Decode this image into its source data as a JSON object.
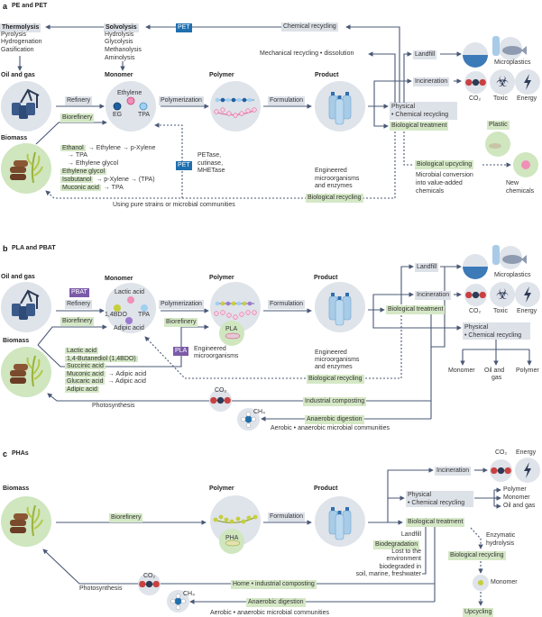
{
  "colors": {
    "line": "#4a5876",
    "grey_box": "#dde1e8",
    "green_box": "#d5e8c6",
    "pet_badge": "#1f6fae",
    "pla_badge": "#7b5ba8",
    "circle": "#dfe3ea",
    "biomass_circle": "#cfe6bf"
  },
  "a": {
    "letter": "a",
    "title": "PE and PET",
    "thermolysis": "Thermolysis",
    "thermo_methods": [
      "Pyrolysis",
      "Hydrogenation",
      "Gasification"
    ],
    "solvolysis": "Solvolysis",
    "solvo_methods": [
      "Hydrolysis",
      "Glycolysis",
      "Methanolysis",
      "Aminolysis"
    ],
    "pet_badge": "PET",
    "chemical_recycling": "Chemical recycling",
    "mechanical": "Mechanical recycling • dissolution",
    "oil_gas": "Oil and gas",
    "monomer": "Monomer",
    "polymer": "Polymer",
    "product": "Product",
    "biomass": "Biomass",
    "refinery": "Refinery",
    "biorefinery": "Biorefinery",
    "polymerization": "Polymerization",
    "formulation": "Formulation",
    "monomers": [
      "Ethylene",
      "EG",
      "TPA"
    ],
    "landfill": "Landfill",
    "incineration": "Incineration",
    "microplastics": "Microplastics",
    "co2": "CO₂",
    "toxic": "Toxic",
    "energy": "Energy",
    "physical": "Physical",
    "chem_line": "• Chemical recycling",
    "bio_treatment": "Biological treatment",
    "plastic": "Plastic",
    "bio_upcycling": "Biological upcycling",
    "upcycling_desc": [
      "Microbial conversion",
      "into value-added",
      "chemicals"
    ],
    "new_chemicals": [
      "New",
      "chemicals"
    ],
    "engineered": [
      "Engineered",
      "microorganisms",
      "and enzymes"
    ],
    "enzymes": [
      "PETase,",
      "cutinase,",
      "MHETase"
    ],
    "bio_recycling": "Biological recycling",
    "strains": "Using pure strains or microbial communities",
    "routes": [
      {
        "green": "Ethanol",
        "rest": "→ Ethylene → p-Xylene"
      },
      {
        "rest": "→ TPA"
      },
      {
        "rest": "→ Ethylene glycol"
      },
      {
        "green": "Ethylene glycol"
      },
      {
        "green": "Isobutanol",
        "rest": "→ p-Xylene → (TPA)"
      },
      {
        "green": "Muconic acid",
        "rest": "→ TPA"
      }
    ]
  },
  "b": {
    "letter": "b",
    "title": "PLA and PBAT",
    "oil_gas": "Oil and gas",
    "monomer": "Monomer",
    "polymer": "Polymer",
    "product": "Product",
    "biomass": "Biomass",
    "pbat_badge": "PBAT",
    "refinery": "Refinery",
    "biorefinery": "Biorefinery",
    "polymerization": "Polymerization",
    "formulation": "Formulation",
    "monomers": [
      "Lactic acid",
      "1,4BDO",
      "TPA",
      "Adipic acid"
    ],
    "pla": "PLA",
    "pla_badge": "PLA",
    "engineered_micro": [
      "Engineered",
      "microorganisms"
    ],
    "acids": [
      {
        "green": "Lactic acid"
      },
      {
        "green": "1,4-Butanediol (1,4BDO)"
      },
      {
        "green": "Succinic acid"
      },
      {
        "green": "Muconic acid",
        "rest": "→ Adipic acid"
      },
      {
        "green": "Glucaric acid",
        "rest": "→ Adipic acid"
      },
      {
        "green": "Adipic acid"
      }
    ],
    "landfill": "Landfill",
    "incineration": "Incineration",
    "microplastics": "Microplastics",
    "co2": "CO₂",
    "toxic": "Toxic",
    "energy": "Energy",
    "bio_treatment": "Biological treatment",
    "physical": "Physical",
    "chem_line": "• Chemical recycling",
    "outputs": {
      "monomer": "Monomer",
      "oil": "Oil and",
      "gas": "gas",
      "polymer": "Polymer"
    },
    "engineered": [
      "Engineered",
      "microorganisms",
      "and enzymes"
    ],
    "bio_recycling": "Biological recycling",
    "industrial_composting": "Industrial composting",
    "photosynthesis": "Photosynthesis",
    "anaerobic": "Anaerobic digestion",
    "aerobic": "Aerobic • anaerobic microbial communities",
    "ch4": "CH₄"
  },
  "c": {
    "letter": "c",
    "title": "PHAs",
    "biomass": "Biomass",
    "polymer": "Polymer",
    "product": "Product",
    "biorefinery": "Biorefinery",
    "formulation": "Formulation",
    "pha": "PHA",
    "incineration": "Incineration",
    "co2": "CO₂",
    "energy": "Energy",
    "physical": "Physical",
    "chem_line": "• Chemical recycling",
    "outputs": [
      "Polymer",
      "Monomer",
      "Oil and gas"
    ],
    "bio_treatment": "Biological treatment",
    "landfill": "Landfill",
    "biodegradation": "Biodegradation",
    "lost": [
      "Lost to the",
      "environment",
      "biodegraded in",
      "soil, marine, freshwater"
    ],
    "enzymatic": [
      "Enzymatic",
      "hydrolysis"
    ],
    "bio_recycling": "Biological recycling",
    "monomer": "Monomer",
    "upcycling": "Upcycling",
    "home_composting": "Home • industrial composting",
    "photosynthesis": "Photosynthesis",
    "anaerobic": "Anaerobic digestion",
    "aerobic": "Aerobic • anaerobic microbial communities",
    "ch4": "CH₄"
  }
}
